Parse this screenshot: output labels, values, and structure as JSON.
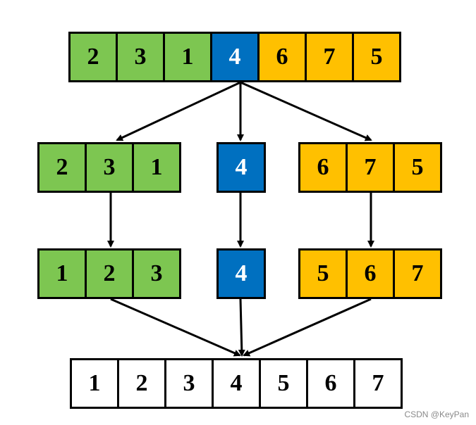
{
  "input_array": [
    "2",
    "3",
    "1",
    "4",
    "6",
    "7",
    "5"
  ],
  "partition": {
    "left": [
      "2",
      "3",
      "1"
    ],
    "pivot": [
      "4"
    ],
    "right": [
      "6",
      "7",
      "5"
    ]
  },
  "sorted_partition": {
    "left": [
      "1",
      "2",
      "3"
    ],
    "pivot": [
      "4"
    ],
    "right": [
      "5",
      "6",
      "7"
    ]
  },
  "output_array": [
    "1",
    "2",
    "3",
    "4",
    "5",
    "6",
    "7"
  ],
  "colors": {
    "left": "#7dc651",
    "pivot": "#0070c0",
    "right": "#ffc000",
    "merged": "#ffffff"
  },
  "watermark": "CSDN @KeyPan"
}
